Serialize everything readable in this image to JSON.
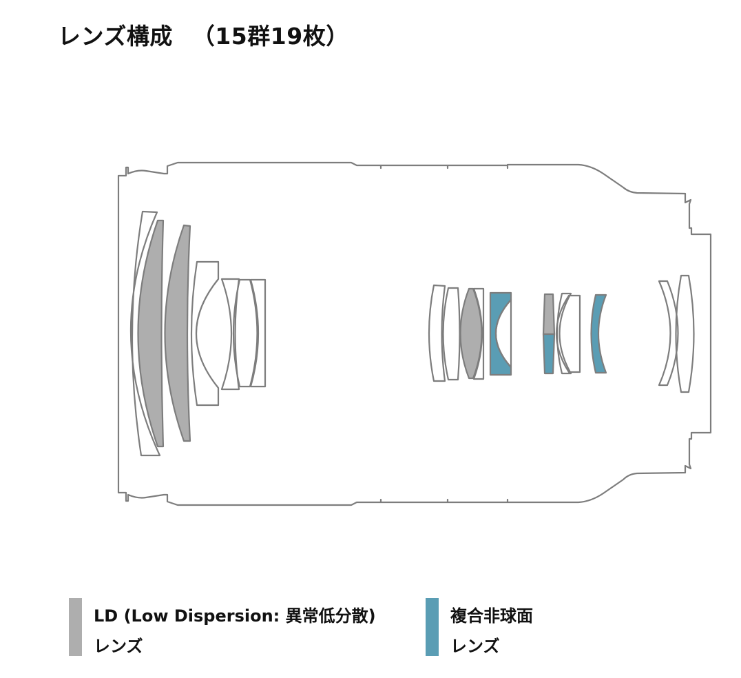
{
  "title": {
    "main": "レンズ構成",
    "count": "（15群19枚）"
  },
  "colors": {
    "outline": "#7d7d7d",
    "ld": "#aeaeae",
    "aspherical": "#5a9db4",
    "background": "#ffffff"
  },
  "legend": [
    {
      "line1": "LD (Low Dispersion: 異常低分散)",
      "line2": "レンズ",
      "color": "#aeaeae"
    },
    {
      "line1": "複合非球面",
      "line2": "レンズ",
      "color": "#5a9db4"
    }
  ]
}
